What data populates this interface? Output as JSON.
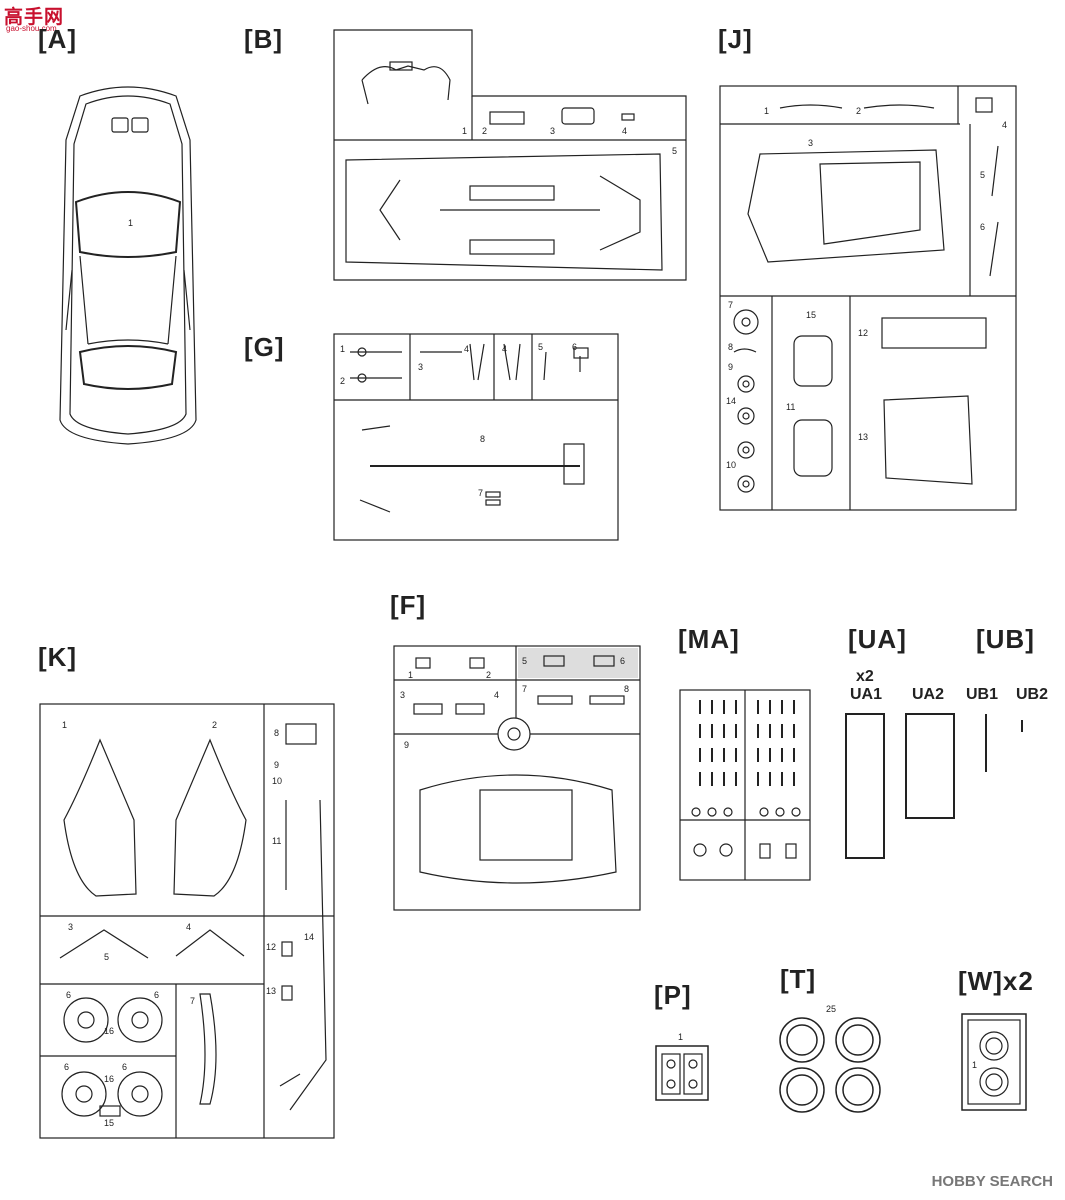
{
  "logo": {
    "main": "高手网",
    "sub": "gao-shou.com"
  },
  "watermark": "HOBBY SEARCH",
  "sections": {
    "A": "[A]",
    "B": "[B]",
    "J": "[J]",
    "G": "[G]",
    "K": "[K]",
    "F": "[F]",
    "MA": "[MA]",
    "UA": "[UA]",
    "UB": "[UB]",
    "P": "[P]",
    "T": "[T]",
    "W": "[W]x2"
  },
  "parts": {
    "A": [
      "1"
    ],
    "B": [
      "1",
      "2",
      "3",
      "4",
      "5"
    ],
    "J": [
      "1",
      "2",
      "3",
      "4",
      "5",
      "6",
      "7",
      "8",
      "9",
      "10",
      "11",
      "12",
      "13",
      "14",
      "15"
    ],
    "G": [
      "1",
      "2",
      "3",
      "4",
      "4",
      "5",
      "6",
      "7",
      "8"
    ],
    "K": [
      "1",
      "2",
      "3",
      "4",
      "5",
      "6",
      "6",
      "6",
      "6",
      "7",
      "8",
      "9",
      "10",
      "11",
      "12",
      "13",
      "14",
      "15",
      "16",
      "16"
    ],
    "F": [
      "1",
      "2",
      "3",
      "4",
      "5",
      "6",
      "7",
      "8",
      "9"
    ],
    "P": [
      "1"
    ],
    "T": [
      "25"
    ],
    "W": [
      "1"
    ]
  },
  "ua": {
    "qty": "x2",
    "ua1": "UA1",
    "ua2": "UA2"
  },
  "ub": {
    "ub1": "UB1",
    "ub2": "UB2"
  }
}
